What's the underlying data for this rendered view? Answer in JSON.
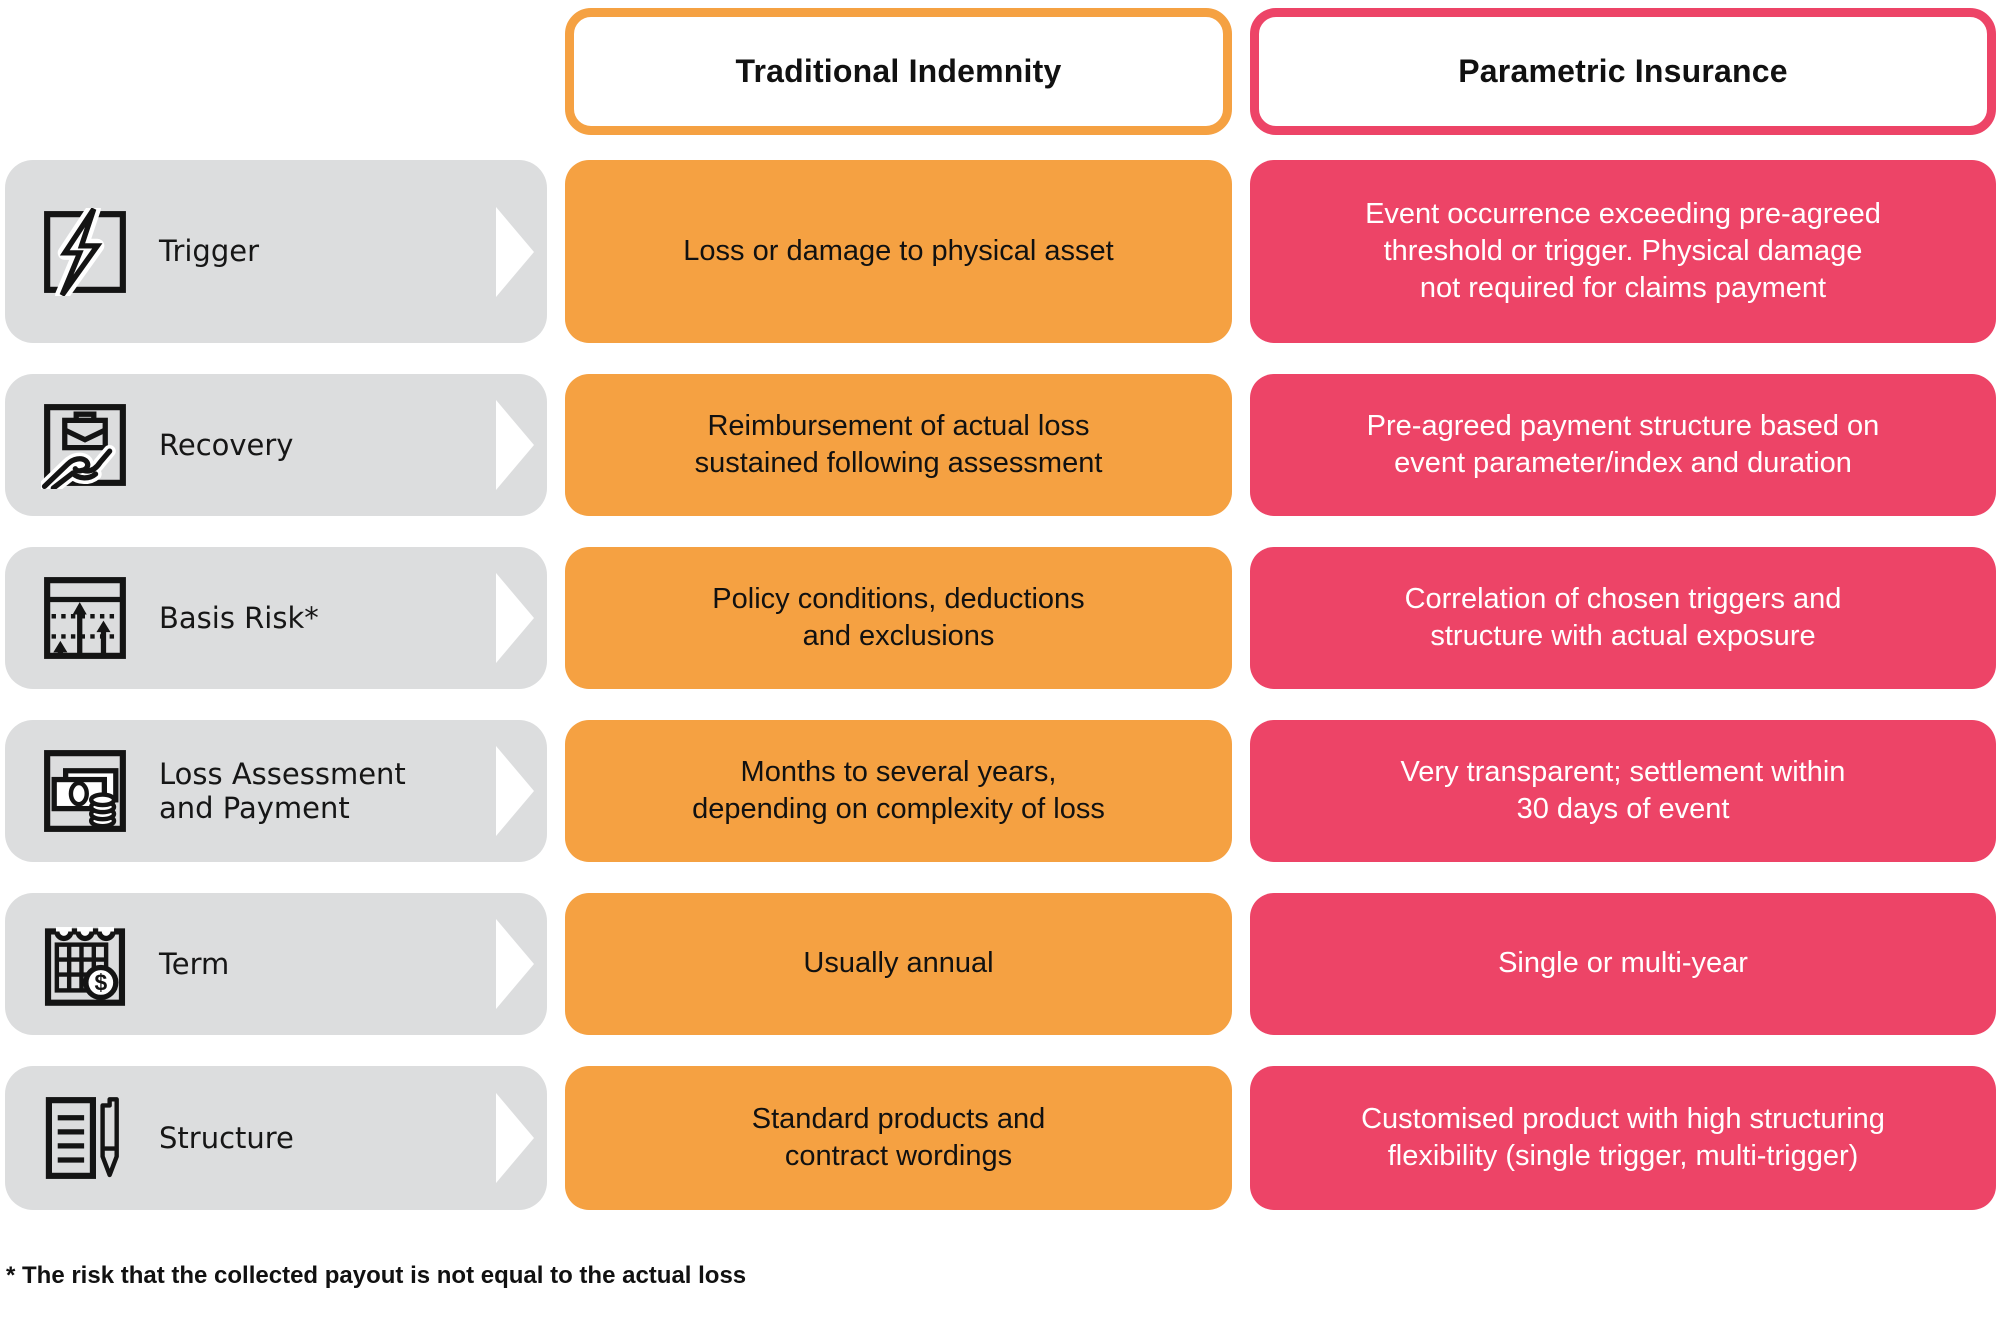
{
  "header": {
    "traditional": "Traditional Indemnity",
    "parametric": "Parametric Insurance"
  },
  "rows": [
    {
      "label": "Trigger",
      "icon": "lightning-icon",
      "traditional": "Loss or damage to physical asset",
      "parametric": "Event occurrence exceeding pre-agreed\nthreshold or trigger. Physical damage\nnot required for claims payment"
    },
    {
      "label": "Recovery",
      "icon": "hand-briefcase-icon",
      "traditional": "Reimbursement of actual loss\nsustained following assessment",
      "parametric": "Pre-agreed payment structure based on\nevent parameter/index and duration"
    },
    {
      "label": "Basis Risk*",
      "icon": "chart-threshold-arrows-icon",
      "traditional": "Policy conditions, deductions\nand exclusions",
      "parametric": "Correlation of chosen triggers and\nstructure with actual exposure"
    },
    {
      "label": "Loss Assessment\nand Payment",
      "icon": "banknotes-coins-icon",
      "traditional": "Months to several years,\ndepending on complexity of loss",
      "parametric": "Very transparent; settlement within\n30 days of event"
    },
    {
      "label": "Term",
      "icon": "calendar-dollar-icon",
      "traditional": "Usually annual",
      "parametric": "Single or multi-year"
    },
    {
      "label": "Structure",
      "icon": "document-pen-icon",
      "traditional": "Standard products and\ncontract wordings",
      "parametric": "Customised product with high structuring\nflexibility (single trigger, multi-trigger)"
    }
  ],
  "icons": {
    "term_currency": "$"
  },
  "footnote": "* The risk that the collected payout is not equal to the actual loss",
  "colors": {
    "orange": "#F5A142",
    "pink": "#ED4467",
    "gray": "#DCDDDE"
  }
}
